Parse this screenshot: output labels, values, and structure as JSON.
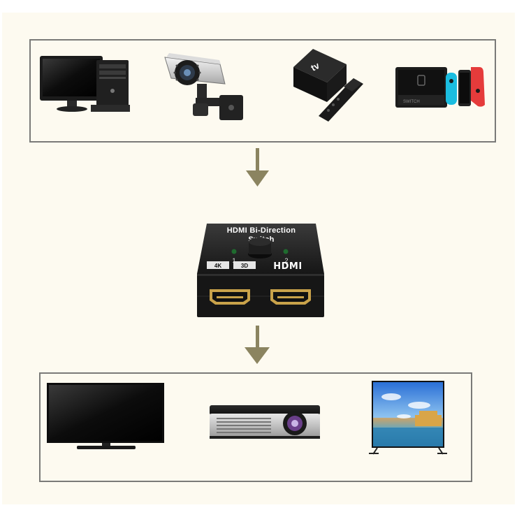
{
  "switch": {
    "title_line1": "HDMI Bi-Direction",
    "title_line2": "Switch",
    "port1": "1",
    "port2": "2",
    "badge_4k": "4K",
    "badge_3d": "3D",
    "logo": "HDMI"
  },
  "devices": {
    "apple_tv_label": "tv",
    "switch_console_label": "SWITCH"
  },
  "colors": {
    "background": "#fdfaf0",
    "frame": "#7a7a78",
    "arrow": "#8b8460",
    "device_black": "#151515"
  }
}
